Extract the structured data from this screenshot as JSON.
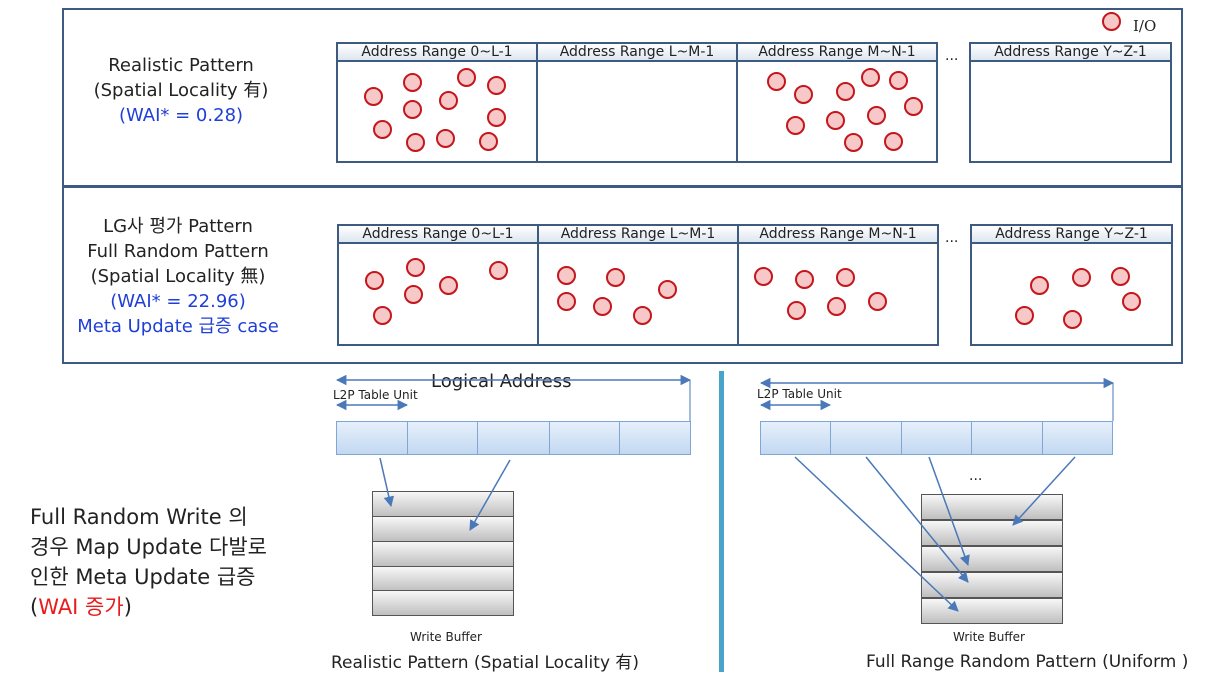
{
  "legend": {
    "label": "I/O"
  },
  "rows": [
    {
      "label_lines": [
        "Realistic Pattern",
        "(Spatial Locality 有)"
      ],
      "wai_line": "(WAI* = 0.28)",
      "ranges": [
        "Address Range 0~L-1",
        "Address Range L~M-1",
        "Address Range M~N-1",
        "Address Range Y~Z-1"
      ],
      "ellipsis": "..."
    },
    {
      "label_lines": [
        "LG사 평가 Pattern",
        "Full Random Pattern",
        "(Spatial Locality 無)"
      ],
      "wai_line": "(WAI* = 22.96)",
      "extra_line": "Meta Update 급증 case",
      "ranges": [
        "Address Range 0~L-1",
        "Address Range L~M-1",
        "Address Range M~N-1",
        "Address Range Y~Z-1"
      ],
      "ellipsis": "..."
    }
  ],
  "left_diagram": {
    "axis_label": "Logical Address",
    "unit_label": "L2P Table Unit",
    "buffer_label": "Write Buffer",
    "caption": "Realistic Pattern (Spatial Locality 有)"
  },
  "right_diagram": {
    "unit_label": "L2P Table Unit",
    "ellipsis": "...",
    "buffer_label": "Write Buffer",
    "caption": "Full Range Random Pattern (Uniform )"
  },
  "note": {
    "line1": "Full Random Write 의",
    "line2": "경우 Map Update 다발로",
    "line3": "인한  Meta Update 급증",
    "line4_open": "(",
    "line4_red": "WAI 증가",
    "line4_close": ")"
  },
  "colors": {
    "frame": "#3d5a80",
    "dot_stroke": "#c4161c",
    "dot_fill": "#f7c8c8",
    "accent_blue": "#1f3fd6",
    "accent_red": "#e81c1c",
    "arrow": "#4a78b8",
    "divider": "#4aa3c9"
  }
}
